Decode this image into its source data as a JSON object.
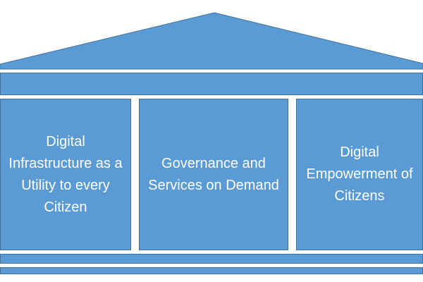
{
  "colors": {
    "fill": "#5b9bd5",
    "border": "#41719c",
    "background": "#ffffff"
  },
  "pillars": [
    {
      "text": "Digital Infrastructure as a Utility to every Citizen"
    },
    {
      "text": "Governance and Services on Demand"
    },
    {
      "text": "Digital Empowerment of Citizens"
    }
  ]
}
